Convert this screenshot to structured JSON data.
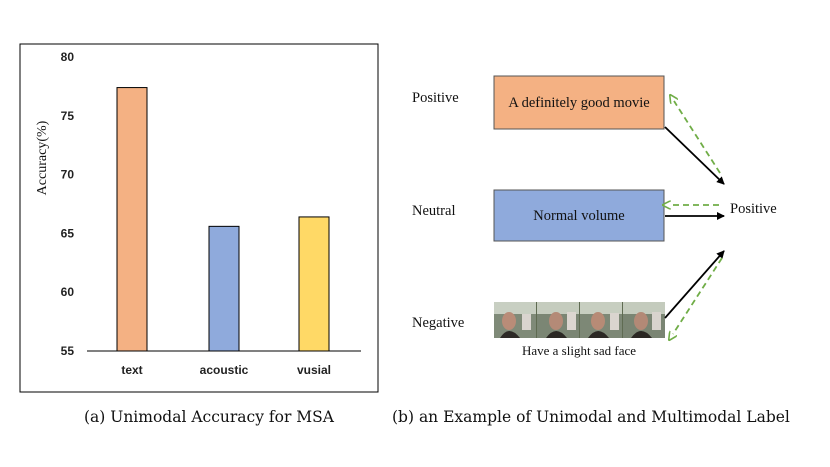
{
  "chart_data": {
    "type": "bar",
    "categories": [
      "text",
      "acoustic",
      "vusial"
    ],
    "values": [
      77.4,
      65.6,
      66.4
    ],
    "ylabel": "Accuracy(%)",
    "ylim": [
      55,
      80
    ],
    "yticks": [
      55,
      60,
      65,
      70,
      75,
      80
    ],
    "grid": false,
    "legend": "none",
    "colors": [
      "#f4b183",
      "#8faadc",
      "#ffd966"
    ]
  },
  "diagram": {
    "rows": [
      {
        "sentiment": "Positive",
        "box_text": "A definitely good movie",
        "box_color": "#f4b183"
      },
      {
        "sentiment": "Neutral",
        "box_text": "Normal volume",
        "box_color": "#8faadc"
      },
      {
        "sentiment": "Negative",
        "image_caption": "Have a slight sad face"
      }
    ],
    "result": "Positive",
    "solid_arrow_color": "#000000",
    "dashed_arrow_color": "#70ad47"
  },
  "captions": {
    "a": "(a) Unimodal Accuracy for MSA",
    "b": "(b) an Example of Unimodal and Multimodal Label"
  }
}
